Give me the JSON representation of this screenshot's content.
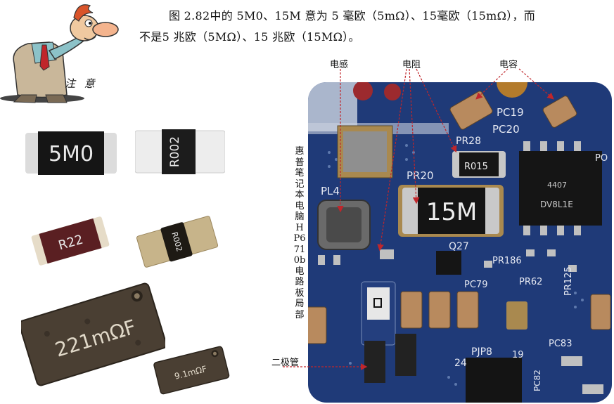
{
  "paragraph": {
    "line1": "图 2.82中的 5M0、15M 意为 5 毫欧（5mΩ）、15毫欧（15mΩ），而",
    "line2": "不是5 兆欧（5MΩ）、15 兆欧（15MΩ）。"
  },
  "cartoon": {
    "label": "注 意"
  },
  "resistors": [
    {
      "marking": "5M0"
    },
    {
      "marking": "R002"
    },
    {
      "marking": "R22"
    },
    {
      "marking": "R002"
    },
    {
      "marking": "221mΩF"
    },
    {
      "marking": "9.1mΩF"
    }
  ],
  "callouts": {
    "inductor": "电感",
    "resistor": "电阻",
    "capacitor": "电容",
    "diode": "二极管"
  },
  "board_caption": "惠普笔记本电脑HP6710b电路板局部",
  "board_labels": {
    "pc19": "PC19",
    "pc20": "PC20",
    "pr28": "PR28",
    "r015": "R015",
    "pr20": "PR20",
    "pl4": "PL4",
    "m15": "15M",
    "q27": "Q27",
    "chip_a": "4407",
    "chip_b": "DV8L1E",
    "pr186": "PR186",
    "pr125": "PR125",
    "pc79": "PC79",
    "pr62": "PR62",
    "pjp8": "PJP8",
    "n19": "19",
    "n24": "24",
    "pc83": "PC83",
    "pc82": "PC82",
    "po": "PO"
  },
  "colors": {
    "board": "#1f3a78",
    "resistor_body": "#1a1a1a",
    "accent_red": "#c0262b"
  }
}
